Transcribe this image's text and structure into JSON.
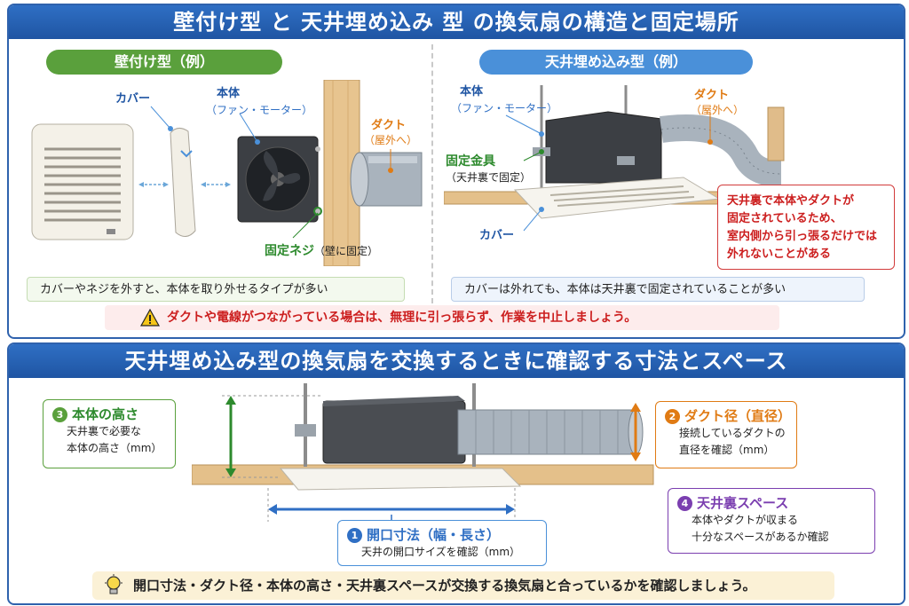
{
  "top": {
    "title": "壁付け型 と 天井埋め込み 型 の換気扇の構造と固定場所",
    "left": {
      "pill": "壁付け型（例）",
      "cover": "カバー",
      "body": "本体",
      "body_sub": "（ファン・モーター）",
      "duct": "ダクト",
      "duct_sub": "（屋外へ）",
      "screw": "固定ネジ",
      "screw_sub": "（壁に固定）",
      "note": "カバーやネジを外すと、本体を取り外せるタイプが多い"
    },
    "right": {
      "pill": "天井埋め込み型（例）",
      "body": "本体",
      "body_sub": "（ファン・モーター）",
      "duct": "ダクト",
      "duct_sub": "（屋外へ）",
      "bracket": "固定金具",
      "bracket_sub": "（天井裏で固定）",
      "cover": "カバー",
      "warning_lines": [
        "天井裏で本体やダクトが",
        "固定されているため、",
        "室内側から引っ張るだけでは",
        "外れないことがある"
      ],
      "note": "カバーは外れても、本体は天井裏で固定されていることが多い"
    },
    "warning": "ダクトや電線がつながっている場合は、無理に引っ張らず、作業を中止しましょう。"
  },
  "bottom": {
    "title": "天井埋め込み型の換気扇を交換するときに確認する寸法とスペース",
    "items": {
      "height": {
        "num": "3",
        "title": "本体の高さ",
        "lines": [
          "天井裏で必要な",
          "本体の高さ（mm）"
        ]
      },
      "duct": {
        "num": "2",
        "title": "ダクト径（直径）",
        "lines": [
          "接続しているダクトの",
          "直径を確認（mm）"
        ]
      },
      "space": {
        "num": "4",
        "title": "天井裏スペース",
        "lines": [
          "本体やダクトが収まる",
          "十分なスペースがあるか確認"
        ]
      },
      "opening": {
        "num": "1",
        "title": "開口寸法（幅・長さ）",
        "lines": [
          "天井の開口サイズを確認（mm）"
        ]
      }
    },
    "tip": "開口寸法・ダクト径・本体の高さ・天井裏スペースが交換する換気扇と合っているかを確認しましょう。"
  },
  "colors": {
    "banner": "#2f6fc4",
    "green": "#5aa03c",
    "blue": "#4a90d9",
    "orange": "#e07b14",
    "purple": "#7b3fb0",
    "red": "#cc1e1e"
  },
  "icons": [
    "warning-icon",
    "lightbulb-icon"
  ]
}
